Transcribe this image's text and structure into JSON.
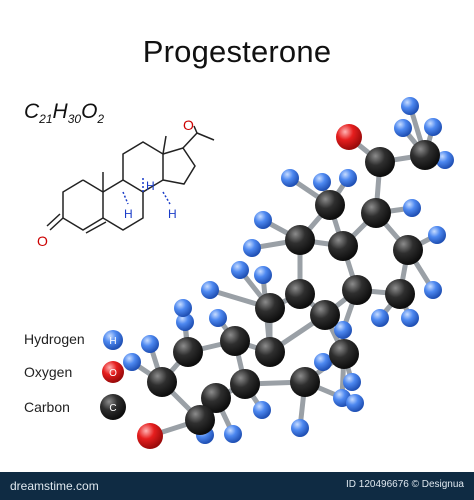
{
  "title": "Progesterone",
  "formula": {
    "c": "C",
    "c_n": "21",
    "h": "H",
    "h_n": "30",
    "o": "O",
    "o_n": "2"
  },
  "skeletal": {
    "ketone_o": "O",
    "acetyl_o": "O",
    "h_labels": [
      "H",
      "H",
      "H"
    ]
  },
  "legend": [
    {
      "label": "Hydrogen",
      "symbol": "H",
      "color": "#3d7be8"
    },
    {
      "label": "Oxygen",
      "symbol": "O",
      "color": "#e0141e"
    },
    {
      "label": "Carbon",
      "symbol": "C",
      "color": "#2a2a2a"
    }
  ],
  "colors": {
    "hydrogen": "#3d7be8",
    "oxygen": "#e0141e",
    "carbon": "#2a2a2a",
    "bond": "#9aa0a6",
    "footer": "#0f2b43"
  },
  "footer": {
    "brand": "dreamstime.com",
    "id_text": "ID 120496676 © Designua"
  }
}
